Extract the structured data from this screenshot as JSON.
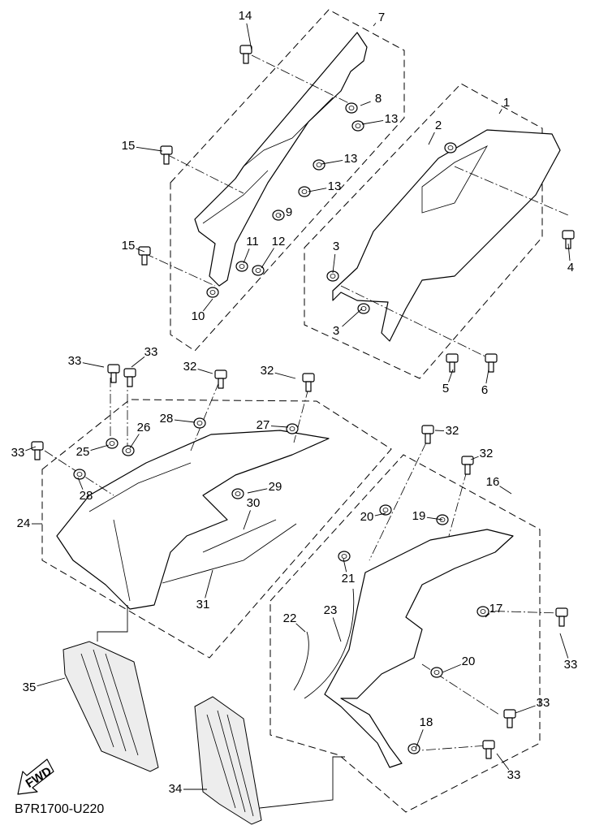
{
  "diagram_code": "B7R1700-U220",
  "fwd_label": "FWD",
  "callouts": [
    "14",
    "7",
    "8",
    "13",
    "2",
    "1",
    "15",
    "13",
    "13",
    "9",
    "15",
    "11",
    "12",
    "3",
    "4",
    "10",
    "3",
    "33",
    "33",
    "32",
    "32",
    "5",
    "6",
    "28",
    "27",
    "32",
    "25",
    "26",
    "33",
    "32",
    "28",
    "29",
    "16",
    "30",
    "24",
    "20",
    "19",
    "21",
    "31",
    "22",
    "23",
    "17",
    "20",
    "33",
    "35",
    "33",
    "18",
    "33",
    "34"
  ]
}
